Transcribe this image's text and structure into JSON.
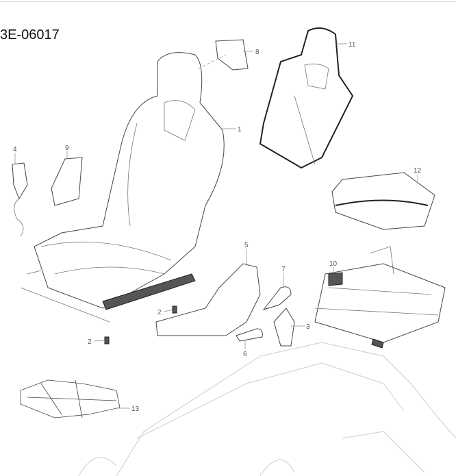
{
  "diagram_id": "3E-06017",
  "callouts": [
    {
      "id": "callout-1",
      "text": "1"
    },
    {
      "id": "callout-2a",
      "text": "2"
    },
    {
      "id": "callout-2b",
      "text": "2"
    },
    {
      "id": "callout-3",
      "text": "3"
    },
    {
      "id": "callout-4",
      "text": "4"
    },
    {
      "id": "callout-5",
      "text": "5"
    },
    {
      "id": "callout-6",
      "text": "6"
    },
    {
      "id": "callout-7",
      "text": "7"
    },
    {
      "id": "callout-8",
      "text": "8"
    },
    {
      "id": "callout-9",
      "text": "9"
    },
    {
      "id": "callout-10",
      "text": "10"
    },
    {
      "id": "callout-11",
      "text": "11"
    },
    {
      "id": "callout-12",
      "text": "12"
    },
    {
      "id": "callout-13",
      "text": "13"
    }
  ]
}
